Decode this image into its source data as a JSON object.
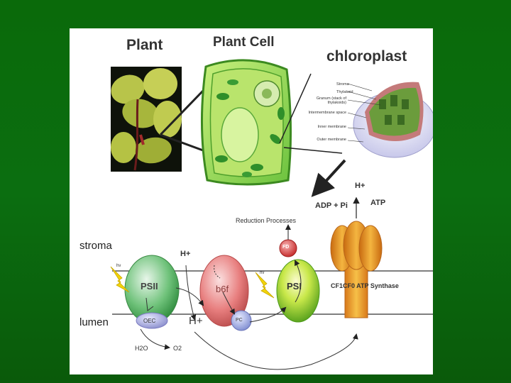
{
  "titles": {
    "plant": "Plant",
    "plant_cell": "Plant Cell",
    "chloroplast": "chloroplast"
  },
  "chloroplast_labels": [
    "Stroma",
    "Thylakoid",
    "Granum (stack of thylakoids)",
    "Intermembrane space",
    "Inner membrane",
    "Outer membrane"
  ],
  "membrane": {
    "stroma": "stroma",
    "lumen": "lumen"
  },
  "reactions": {
    "h_plus_top": "H+",
    "adp_pi": "ADP + Pi",
    "atp": "ATP",
    "reduction": "Reduction Processes",
    "h_plus_stroma": "H+",
    "h_plus_lumen": "H+",
    "h2o": "H2O",
    "o2": "O2"
  },
  "complexes": {
    "psii": "PSII",
    "b6f": "b6f",
    "psi": "PSI",
    "fd": "FD",
    "pc": "PC",
    "oec": "OEC",
    "atp_synthase": "CF1CF0 ATP Synthase",
    "hv1": "hν",
    "hv2": "hν"
  },
  "colors": {
    "background": "#0b6e10",
    "psii": "#6fc27a",
    "b6f": "#e87f7f",
    "psi": "#9bd23b",
    "fd": "#d83a3a",
    "pc": "#9aa8e0",
    "oec": "#a5a8d8",
    "atp_synthase": "#e8a020",
    "lightning": "#f2d40a"
  }
}
